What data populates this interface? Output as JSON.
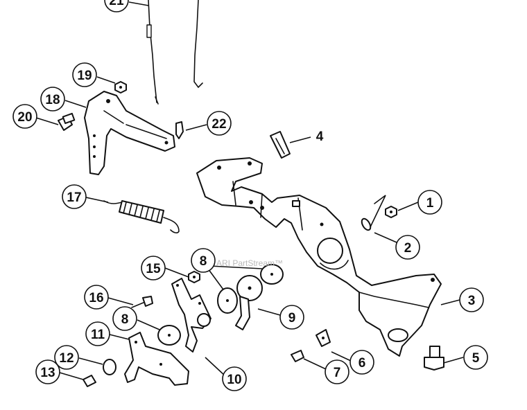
{
  "watermark": "ARI PartStream™",
  "callouts": [
    {
      "label": "1"
    },
    {
      "label": "2"
    },
    {
      "label": "3"
    },
    {
      "label": "4"
    },
    {
      "label": "5"
    },
    {
      "label": "6"
    },
    {
      "label": "7"
    },
    {
      "label": "8"
    },
    {
      "label": "8"
    },
    {
      "label": "9"
    },
    {
      "label": "10"
    },
    {
      "label": "11"
    },
    {
      "label": "12"
    },
    {
      "label": "13"
    },
    {
      "label": "15"
    },
    {
      "label": "16"
    },
    {
      "label": "17"
    },
    {
      "label": "18"
    },
    {
      "label": "19"
    },
    {
      "label": "20"
    },
    {
      "label": "21"
    },
    {
      "label": "22"
    }
  ]
}
